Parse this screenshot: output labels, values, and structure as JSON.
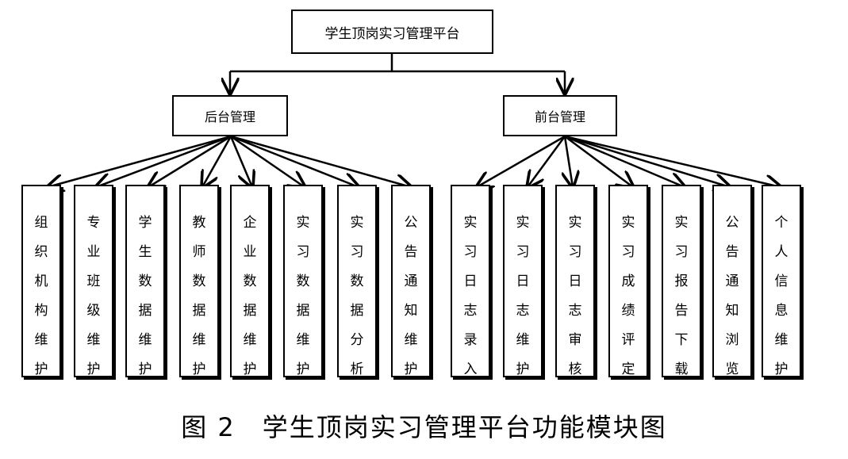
{
  "root": {
    "label": "学生顶岗实习管理平台"
  },
  "branches": [
    {
      "label": "后台管理",
      "children": [
        "组织机构维护",
        "专业班级维护",
        "学生数据维护",
        "教师数据维护",
        "企业数据维护",
        "实习数据维护",
        "实习数据分析",
        "公告通知维护"
      ]
    },
    {
      "label": "前台管理",
      "children": [
        "实习日志录入",
        "实习日志维护",
        "实习日志审核",
        "实习成绩评定",
        "实习报告下载",
        "公告通知浏览",
        "个人信息维护"
      ]
    }
  ],
  "caption": "图 2　学生顶岗实习管理平台功能模块图"
}
